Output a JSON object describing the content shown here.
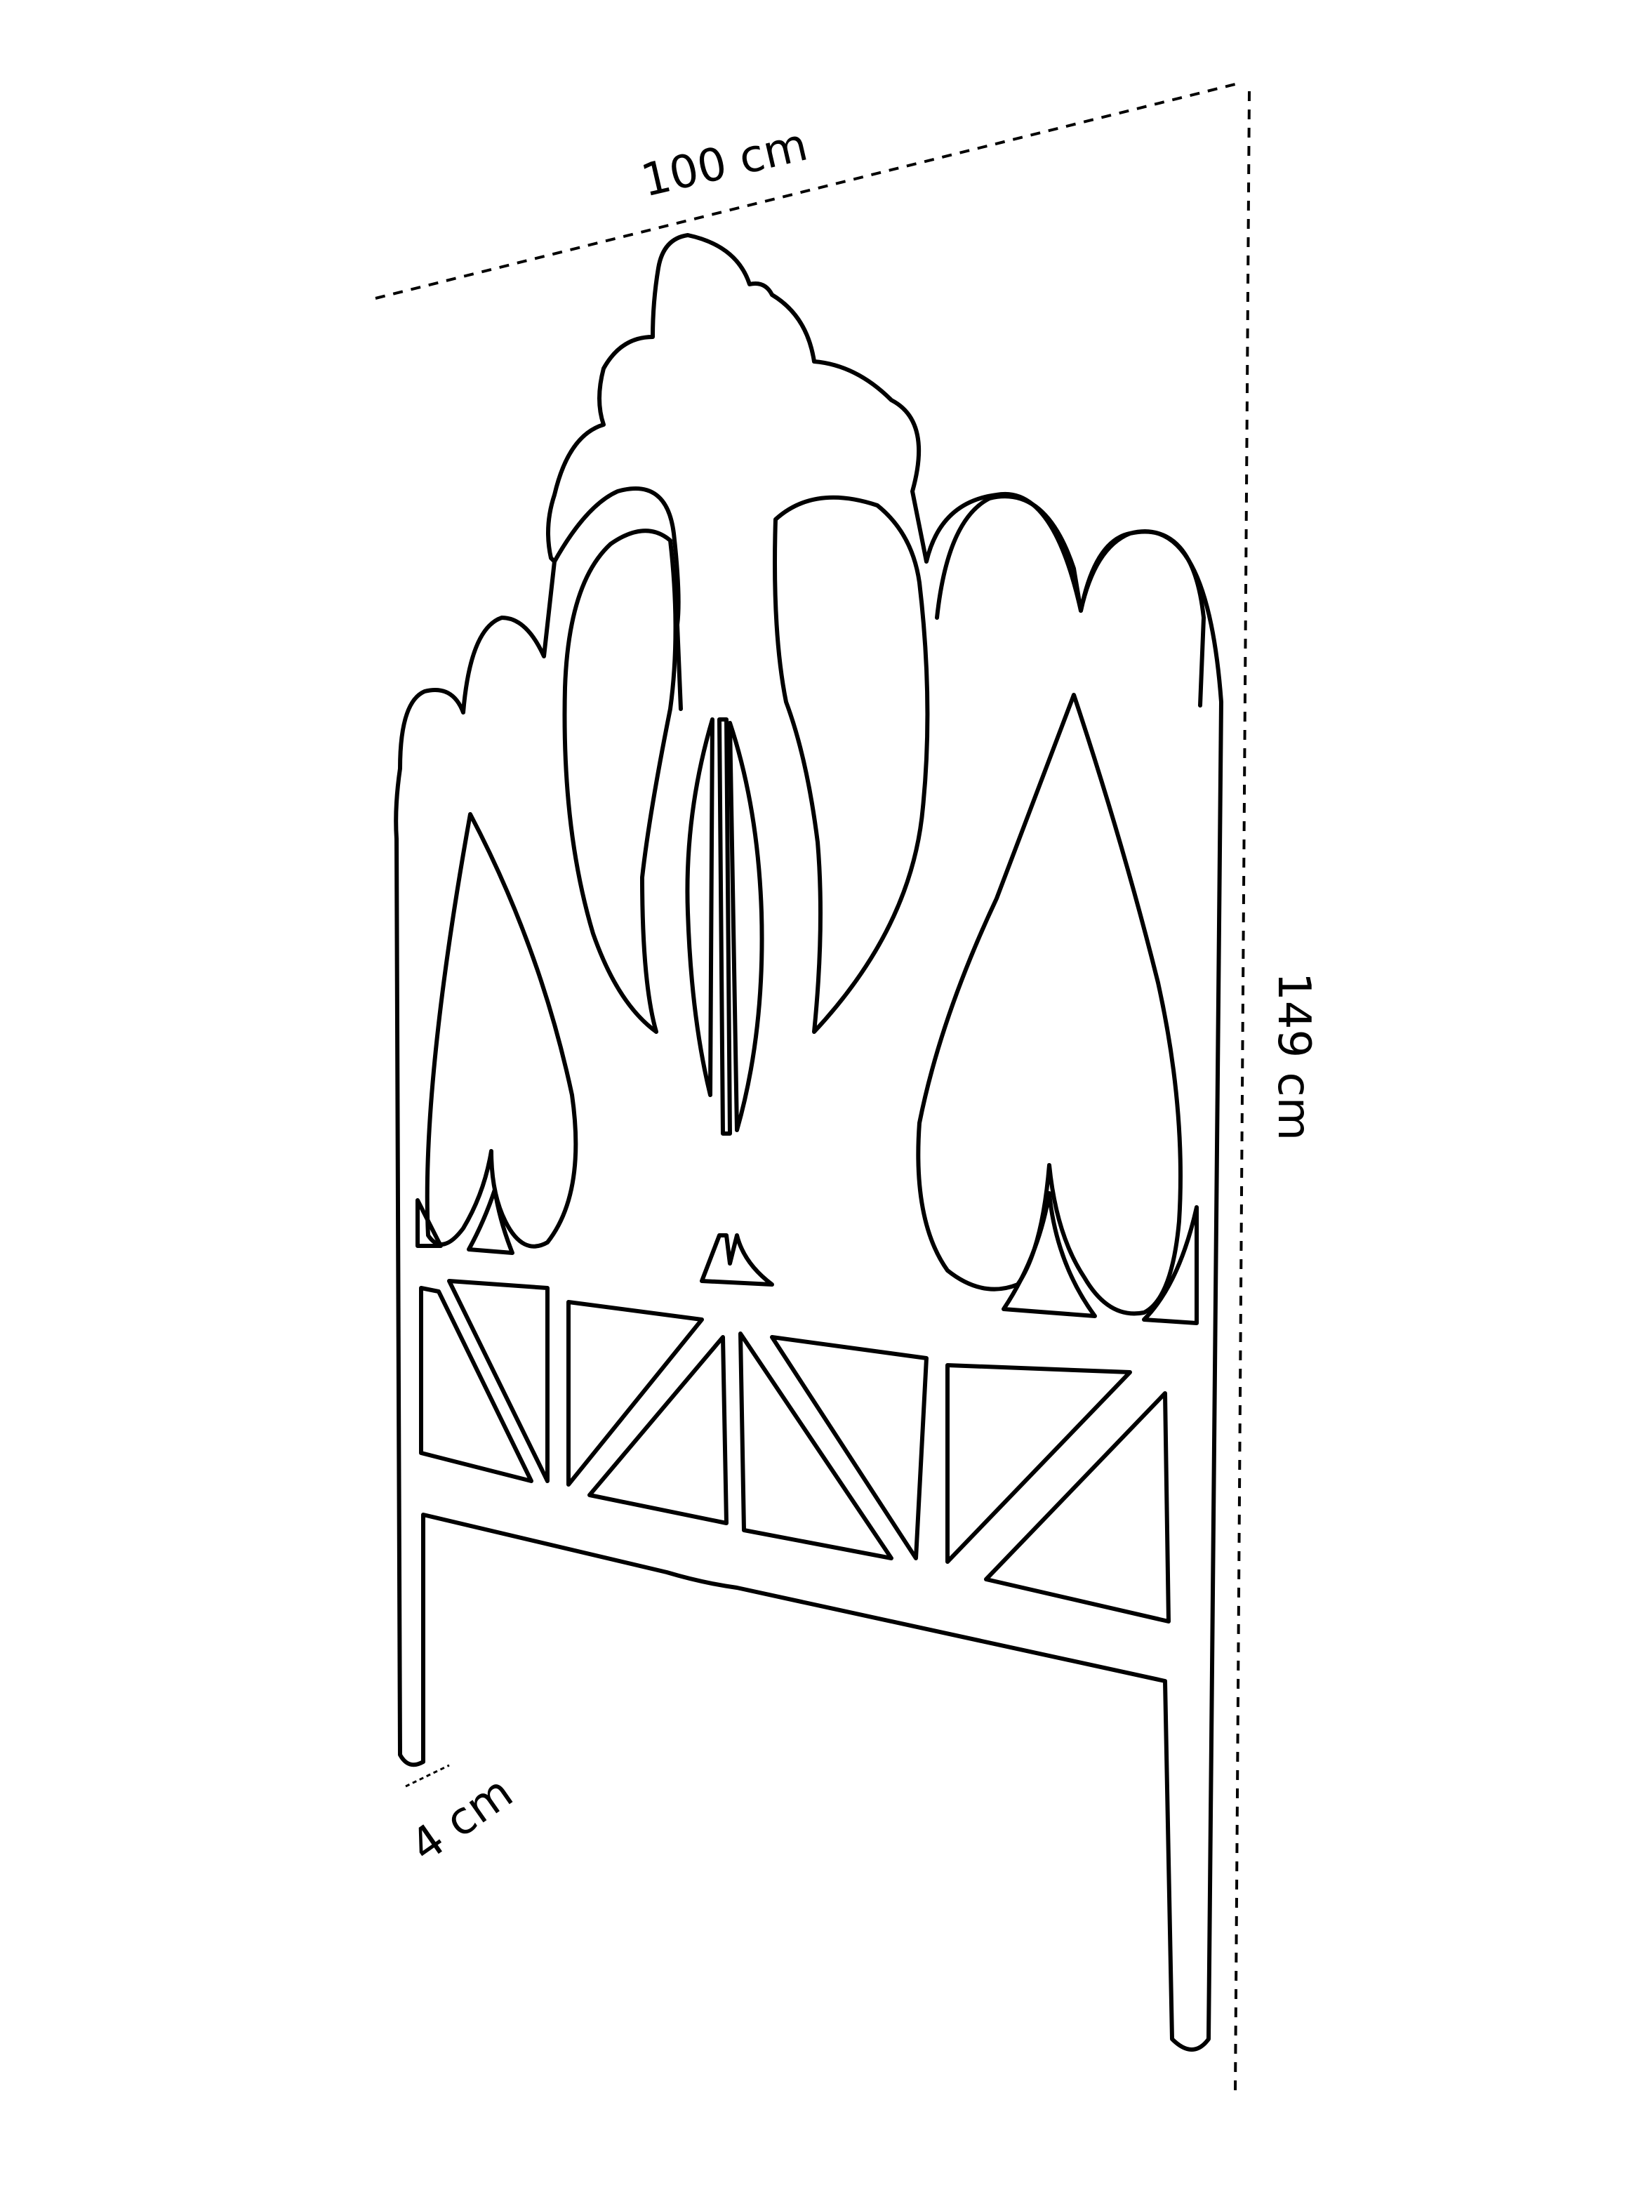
{
  "diagram": {
    "subject": "decorative fence panel (line drawing)",
    "line_color": "#000000",
    "background": "#ffffff",
    "dimensions": {
      "width": "100 cm",
      "height": "149 cm",
      "thickness": "4 cm"
    }
  }
}
